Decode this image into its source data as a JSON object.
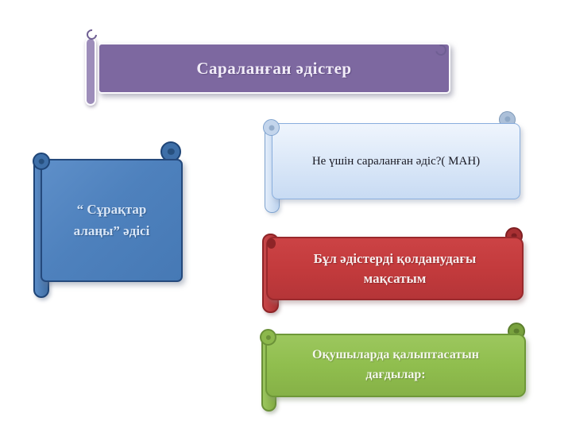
{
  "slide": {
    "title": {
      "label": "Сараланған әдістер"
    },
    "method_scroll": {
      "label": "“ Сұрақтар алаңы” әдісі"
    },
    "info_boxes": [
      {
        "id": "why",
        "label": "Не үшін сараланған әдіс?( МАН)"
      },
      {
        "id": "goal",
        "label": "Бұл әдістерді қолданудағы мақсатым"
      },
      {
        "id": "skills",
        "label": "Оқушыларда қалыптасатын дағдылар:"
      }
    ]
  },
  "colors": {
    "background": "#FFFFFF",
    "title-fill": "#7D68A0",
    "title-bar": "#9D8DBA",
    "title-text": "#F2EDF8",
    "blue-fill": "#4E81BD",
    "blue-border": "#24497C",
    "blue-roll": "#3E6FA8",
    "blue-text": "#D9E6F6",
    "lightblue-fill-top": "#EFF5FD",
    "lightblue-fill-bottom": "#C8DBF3",
    "lightblue-border": "#89AEDD",
    "lightblue-text": "#1A1A24",
    "red-fill": "#C23A3C",
    "red-border": "#9A292C",
    "red-curl": "#8E2427",
    "red-text": "#F6ECEC",
    "green-fill": "#90BE4E",
    "green-border": "#6E9838",
    "green-curl": "#79A23E",
    "green-text": "#F4F7EC"
  }
}
